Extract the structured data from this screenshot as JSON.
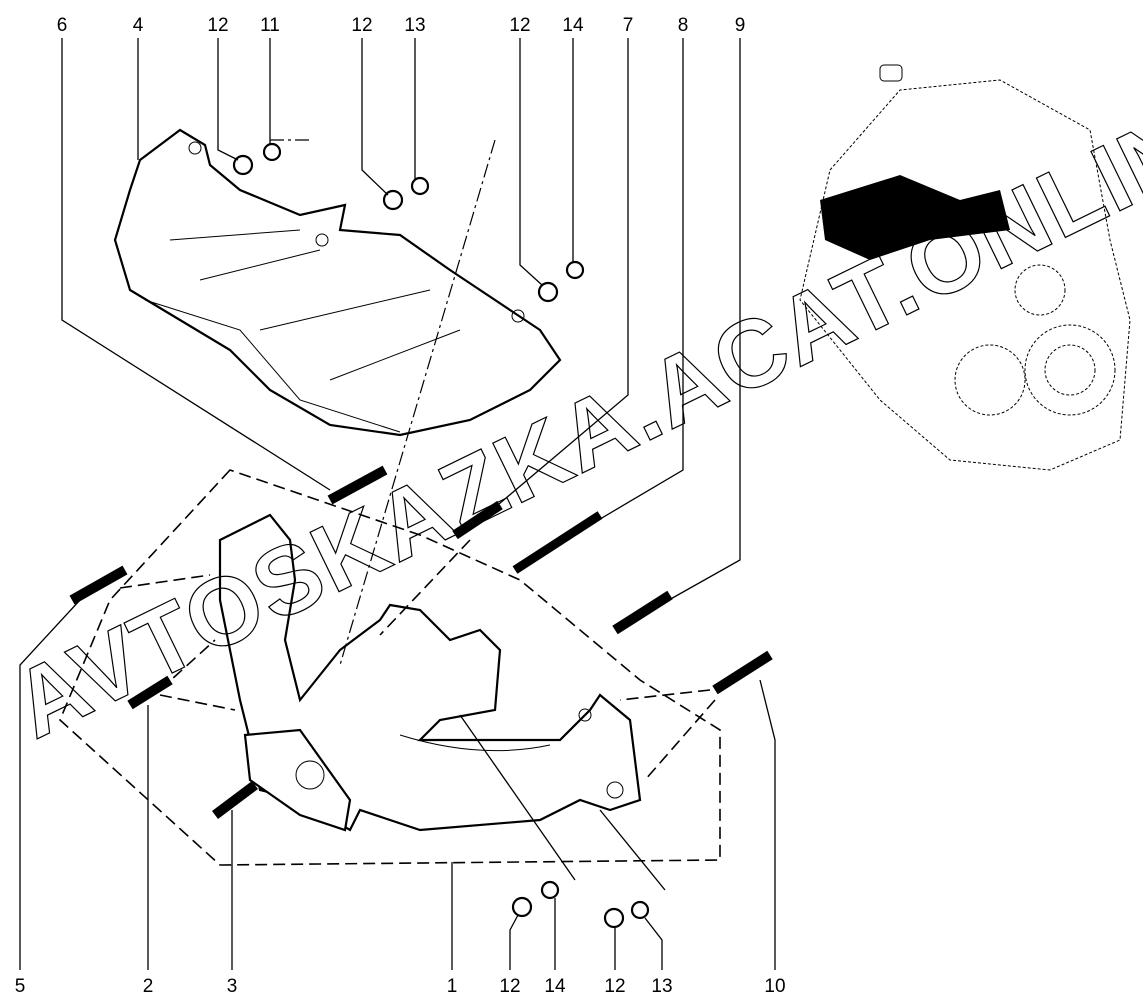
{
  "title": "Exhaust manifold assembly exploded view",
  "watermark": "AVTOSKAZKA.ACAT.ONLINE",
  "labels": {
    "top": [
      "6",
      "4",
      "12",
      "11",
      "12",
      "13",
      "12",
      "14",
      "7",
      "8",
      "9"
    ],
    "bottom": [
      "5",
      "2",
      "3",
      "1",
      "12",
      "14",
      "12",
      "13",
      "10"
    ]
  }
}
